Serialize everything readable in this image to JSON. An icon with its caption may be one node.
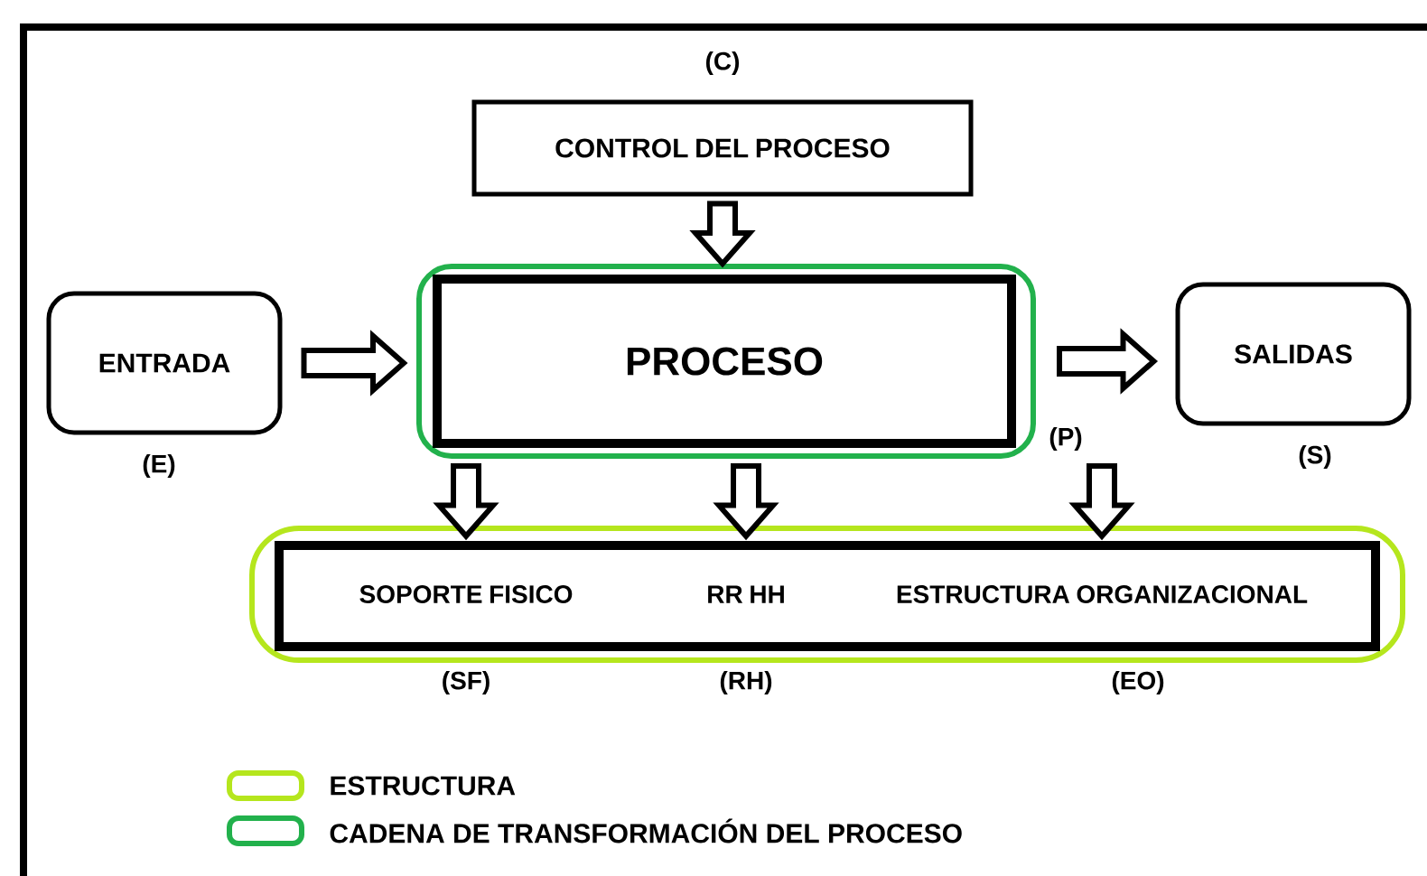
{
  "diagram": {
    "nodes": [
      {
        "text": [
          "CONTROL DEL PROCESO"
        ],
        "beside": [
          "(C)"
        ]
      },
      {
        "text": [
          "ENTRADA"
        ],
        "beside": [
          "(E)"
        ]
      },
      {
        "text": [],
        "shape": "box"
      },
      {
        "text": [
          "PROCESO"
        ],
        "in": 2,
        "beside": [
          "(P)"
        ]
      },
      {
        "text": [
          "SALIDAS"
        ],
        "beside": [
          "(S)"
        ]
      },
      {
        "text": [],
        "shape": "box"
      },
      {
        "text": [],
        "shape": "box",
        "in": 5
      },
      {
        "text": [
          "SOPORTE FISICO"
        ],
        "in": 6,
        "beside": [
          "(SF)"
        ]
      },
      {
        "text": [
          "RR HH"
        ],
        "in": 6,
        "beside": [
          "(RH)"
        ]
      },
      {
        "text": [
          "ESTRUCTURA ORGANIZACIONAL"
        ],
        "in": 6,
        "beside": [
          "(EO)"
        ]
      }
    ],
    "edges": [
      {
        "from": 0,
        "to": 2,
        "arrow": "to"
      },
      {
        "from": 1,
        "to": 2,
        "arrow": "to"
      },
      {
        "from": 2,
        "to": 4,
        "arrow": "to"
      },
      {
        "from": 2,
        "to": 7,
        "arrow": "to"
      },
      {
        "from": 2,
        "to": 8,
        "arrow": "to"
      },
      {
        "from": 2,
        "to": 9,
        "arrow": "to"
      }
    ],
    "legend": [
      {
        "text": "ESTRUCTURA",
        "color": "#b5e61d"
      },
      {
        "text": "CADENA DE TRANSFORMACIÓN DEL PROCESO",
        "color": "#22b14c"
      }
    ]
  }
}
